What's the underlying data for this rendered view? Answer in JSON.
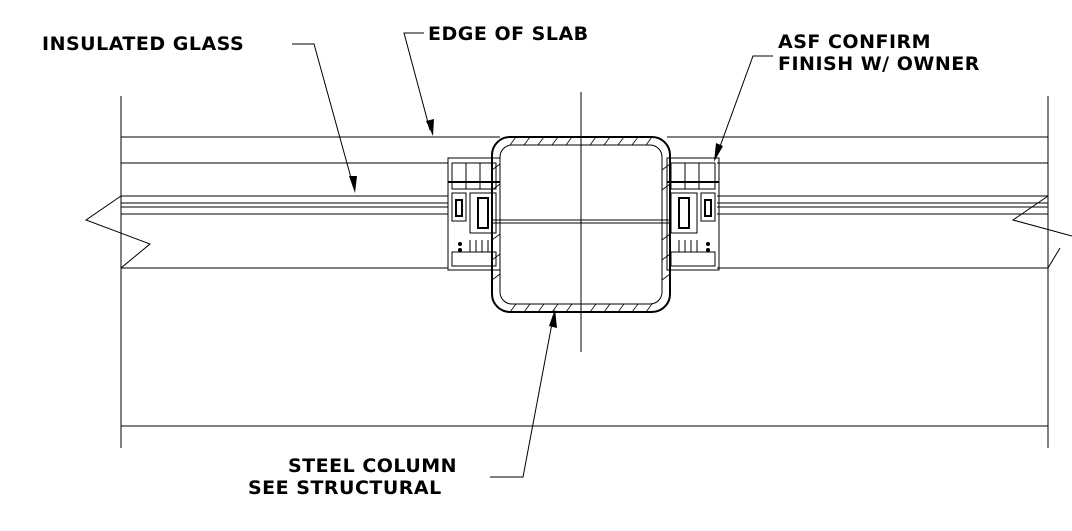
{
  "drawing": {
    "labels": {
      "insulated_glass": "INSULATED GLASS",
      "edge_of_slab": "EDGE OF SLAB",
      "asf_line1": "ASF CONFIRM",
      "asf_line2": "FINISH W/ OWNER",
      "column_line1": "STEEL COLUMN",
      "column_line2": "SEE STRUCTURAL"
    },
    "colors": {
      "ink": "#000000",
      "paper": "#ffffff"
    }
  }
}
